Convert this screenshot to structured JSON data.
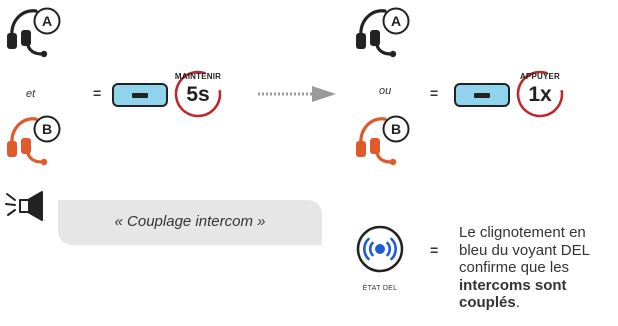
{
  "left_panel": {
    "headset_a_label": "A",
    "headset_b_label": "B",
    "conjunction": "et",
    "equals": "=",
    "press_caption": "MAINTENIR",
    "press_value": "5s"
  },
  "right_panel": {
    "headset_a_label": "A",
    "headset_b_label": "B",
    "conjunction": "ou",
    "equals": "=",
    "press_caption": "APPUYER",
    "press_value": "1x"
  },
  "voice_prompt": "« Couplage intercom »",
  "led_status": {
    "caption": "ÉTAT DEL",
    "equals": "=",
    "text_before": "Le clignotement en bleu du voyant DEL confirme que les ",
    "text_bold": "intercoms sont couplés",
    "text_after": "."
  },
  "colors": {
    "headset_a": "#222222",
    "headset_b": "#e05a2b",
    "button_fill": "#8fd4ec",
    "press_circle": "#c0272d",
    "led_blue": "#1e5bd6",
    "arrow": "#9a9a9a",
    "speech_bg": "#e6e6e6"
  },
  "icons": {
    "headset": "headset-icon",
    "speaker": "speaker-icon",
    "led": "led-blink-icon",
    "arrow": "arrow-right-icon"
  }
}
